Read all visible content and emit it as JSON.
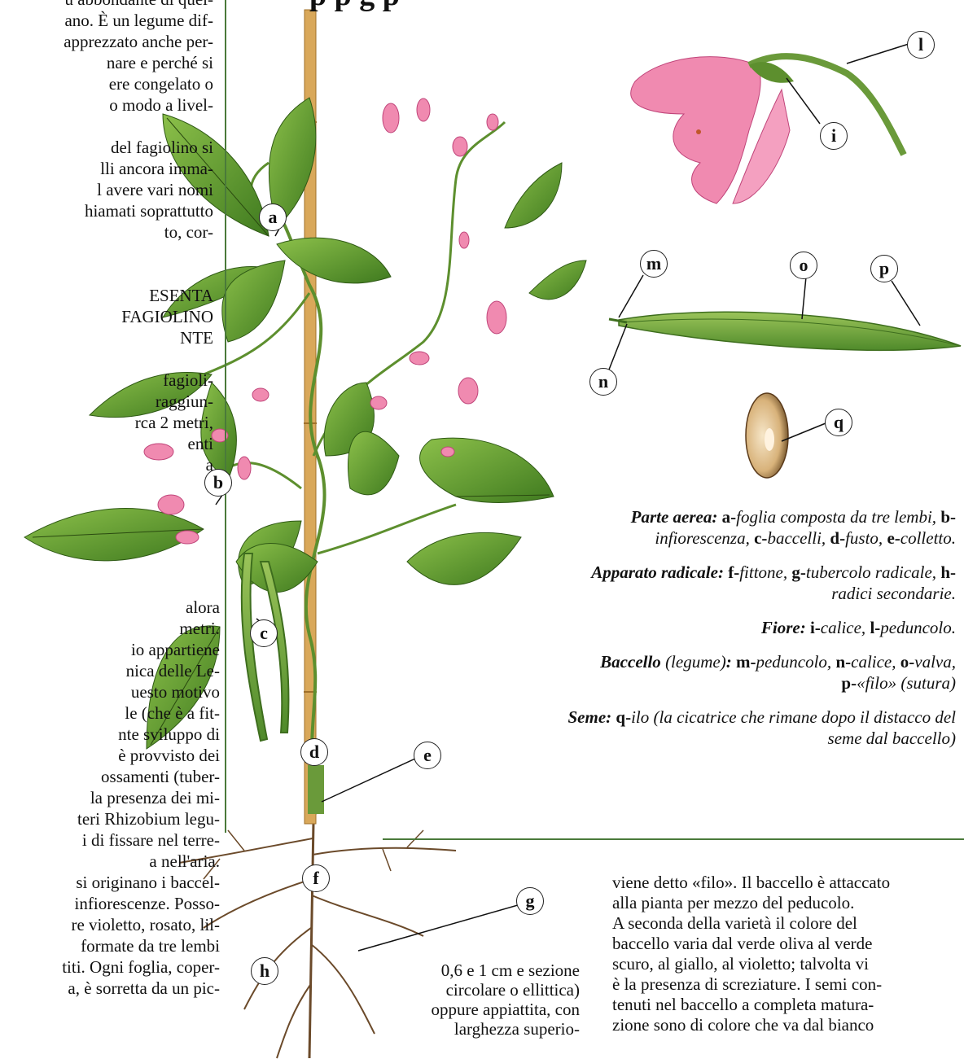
{
  "title_fragment": "p           p           g           p",
  "left_column_top": [
    "ù abbondante di quel-",
    "ano. È un legume dif-",
    "apprezzato anche per-",
    "nare e perché si",
    "ere congelato o",
    "o modo a livel-",
    "",
    "del fagiolino si",
    "lli ancora imma-",
    "l avere vari nomi",
    "hiamati soprattutto",
    "to, cor-",
    "",
    "",
    "ESENTA",
    "FAGIOLINO",
    "NTE",
    "",
    "fagioli-",
    "raggiun-",
    "rca 2 metri,",
    "enti",
    "a"
  ],
  "left_column_bottom": [
    "alora",
    "metri.",
    "io appartiene",
    "nica delle Le-",
    "uesto motivo",
    "le (che è a fit-",
    "nte sviluppo di",
    "è provvisto dei",
    "ossamenti (tuber-",
    "la presenza dei mi-",
    "teri Rhizobium legu-",
    "i di fissare nel terre-",
    "a nell'aria.",
    "si originano i baccel-",
    "infiorescenze. Posso-",
    "re violetto, rosato, lil-",
    "",
    "formate da tre lembi",
    "titi. Ogni foglia, coper-",
    "a, è sorretta da un pic-"
  ],
  "labels": [
    "a",
    "b",
    "c",
    "d",
    "e",
    "f",
    "g",
    "h",
    "i",
    "l",
    "m",
    "n",
    "o",
    "p",
    "q"
  ],
  "legend": {
    "aerea_head": "Parte aerea:",
    "aerea": [
      [
        "a-",
        "foglia composta da tre lembi,"
      ],
      [
        "b-",
        "infiorescenza,"
      ],
      [
        "c-",
        "baccelli,"
      ],
      [
        "d-",
        "fusto,"
      ],
      [
        "e-",
        "colletto."
      ]
    ],
    "radicale_head": "Apparato radicale:",
    "radicale": [
      [
        "f-",
        "fittone,"
      ],
      [
        "g-",
        "tubercolo radicale,"
      ],
      [
        "h-",
        "radici secondarie."
      ]
    ],
    "fiore_head": "Fiore:",
    "fiore": [
      [
        "i-",
        "calice,"
      ],
      [
        "l-",
        "peduncolo."
      ]
    ],
    "baccello_head": "Baccello",
    "baccello_sub": "(legume)",
    "baccello": [
      [
        "m-",
        "peduncolo,"
      ],
      [
        "n-",
        "calice,"
      ],
      [
        "o-",
        "valva,"
      ],
      [
        "p-",
        "«filo» (sutura)"
      ]
    ],
    "seme_head": "Seme:",
    "seme": [
      [
        "q-",
        "ilo (la cicatrice che rimane dopo il distacco del seme dal baccello)"
      ]
    ]
  },
  "column3": "0,6 e 1 cm e sezione circolare o ellittica) oppure appiattita, con larghezza superio-",
  "column4": [
    "viene detto «filo». Il baccello è attaccato",
    "alla pianta per mezzo del peducolo.",
    "   A seconda della varietà il colore del",
    "baccello varia dal verde oliva al verde",
    "scuro, al giallo, al violetto; talvolta vi",
    "è la presenza di screziature. I semi con-",
    "tenuti nel baccello a completa matura-",
    "zione sono di colore che va dal bianco"
  ]
}
